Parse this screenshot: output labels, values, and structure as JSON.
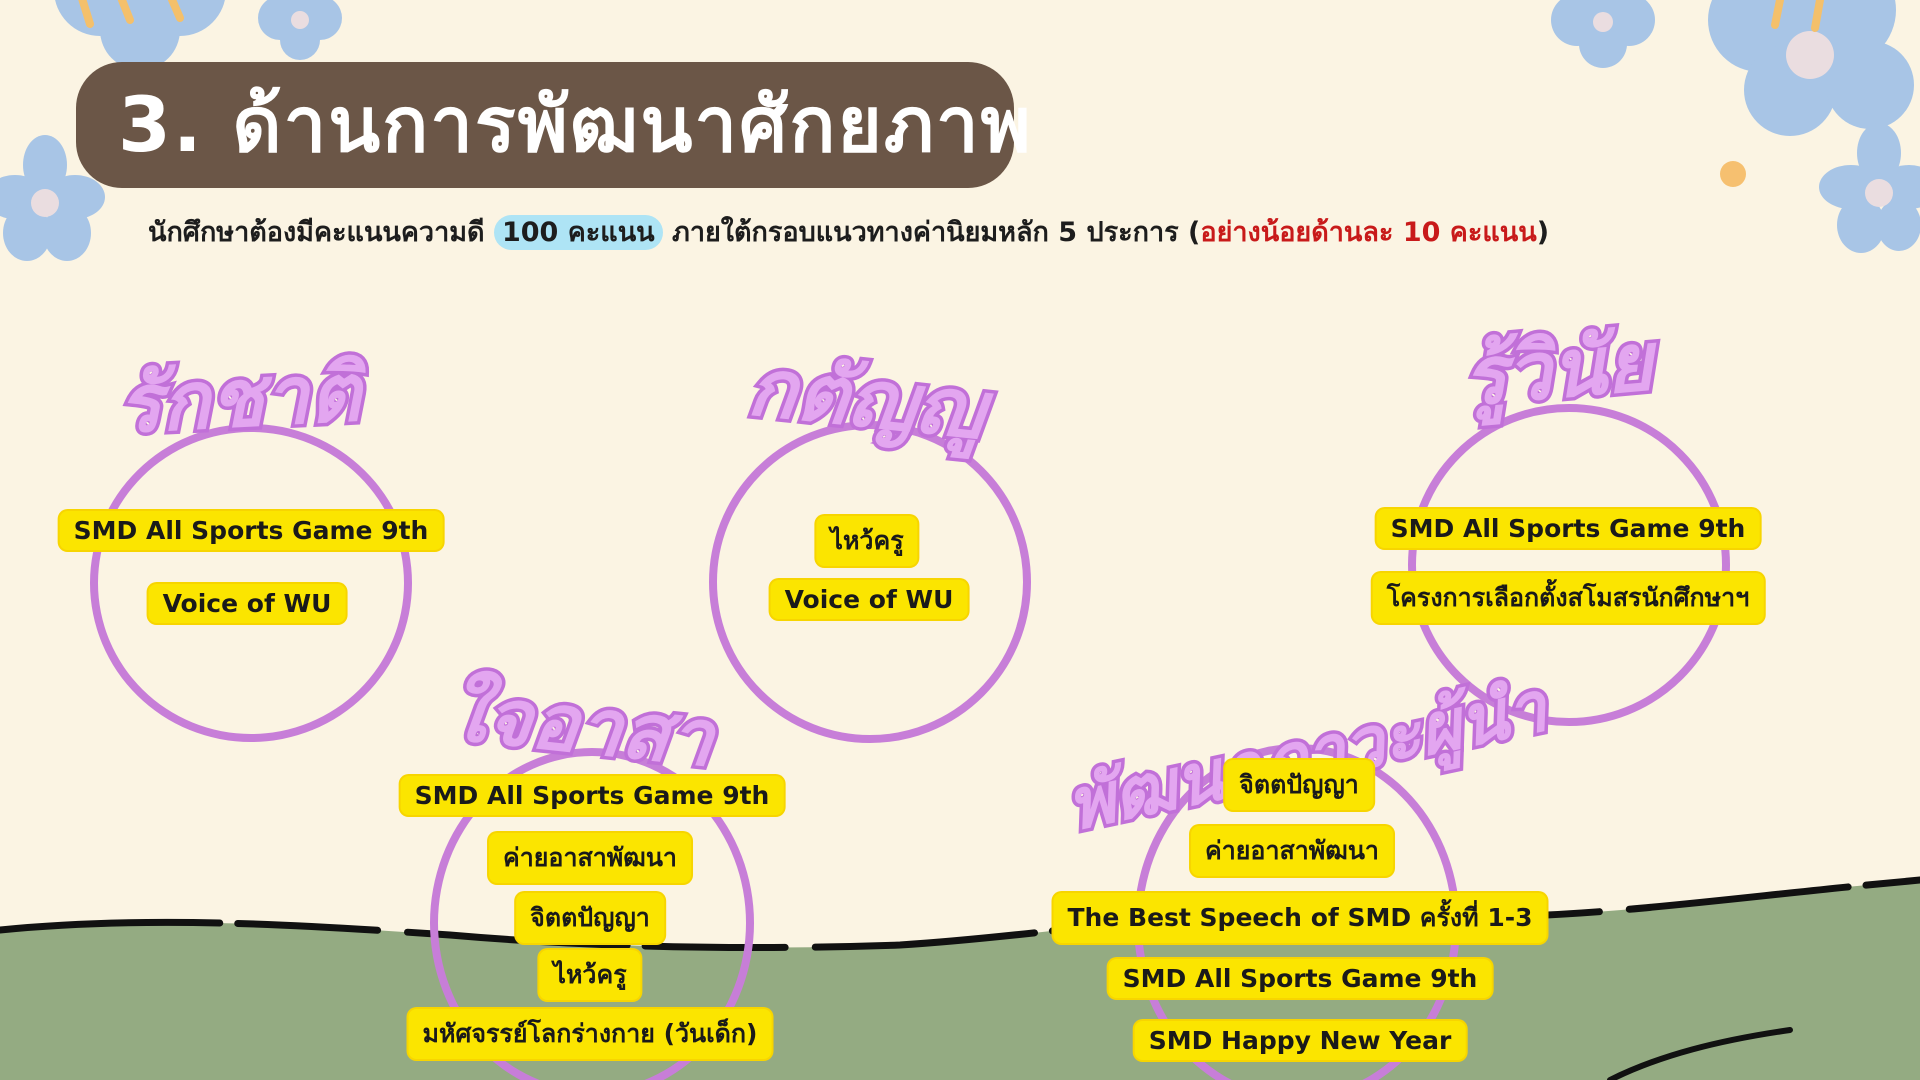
{
  "title": "3. ด้านการพัฒนาศักยภาพ",
  "subtitle": {
    "before": "นักศึกษาต้องมีคะแนนความดี ",
    "highlight": "100 คะแนน",
    "after": " ภายใต้กรอบแนวทางค่านิยมหลัก 5 ประการ (",
    "red": "อย่างน้อยด้านละ 10 คะแนน",
    "end": ")"
  },
  "values": [
    {
      "heading": "รักชาติ",
      "activities": [
        "SMD All Sports Game 9th",
        "Voice of WU"
      ]
    },
    {
      "heading": "กตัญญู",
      "activities": [
        "ไหว้ครู",
        "Voice of WU"
      ]
    },
    {
      "heading": "รู้วินัย",
      "activities": [
        "SMD All Sports Game 9th",
        "โครงการเลือกตั้งสโมสรนักศึกษาฯ"
      ]
    },
    {
      "heading": "ใจอาสา",
      "activities": [
        "SMD All Sports Game 9th",
        "ค่ายอาสาพัฒนา",
        "จิตตปัญญา",
        "ไหว้ครู",
        "มหัศจรรย์โลกร่างกาย (วันเด็ก)"
      ]
    },
    {
      "heading": "พัฒนาภาวะผู้นำ",
      "activities": [
        "จิตตปัญญา",
        "ค่ายอาสาพัฒนา",
        "The Best Speech of SMD ครั้งที่ 1-3",
        "SMD All Sports Game 9th",
        "SMD Happy New Year"
      ]
    }
  ],
  "colors": {
    "background": "#fbf4e3",
    "banner": "#6b5647",
    "circle": "#c77ed8",
    "tag": "#fbe500",
    "grass": "#94ab82",
    "flower": "#a8c5e6",
    "accent_red": "#c81a1a",
    "highlight": "#aee4f5"
  },
  "icons": [
    "flower-icon",
    "dot-icon"
  ]
}
